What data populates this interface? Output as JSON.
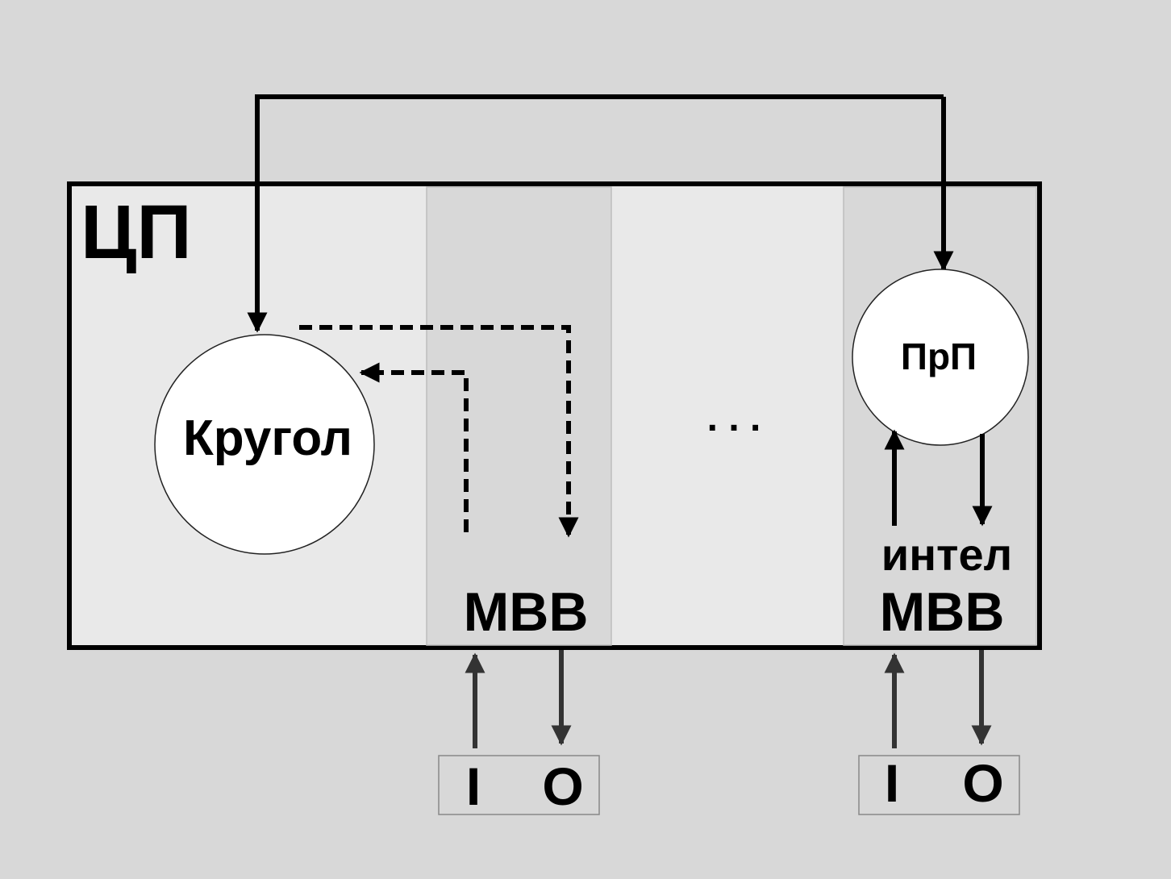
{
  "diagram": {
    "cpu_label": "ЦП",
    "main_process_label": "Кругол",
    "polling_process_label": "ПрП",
    "ellipsis": ". . .",
    "io_module_1_label": "МВВ",
    "io_module_2_prefix": "интел",
    "io_module_2_label": "МВВ",
    "io_1": {
      "input": "I",
      "output": "O"
    },
    "io_2": {
      "input": "I",
      "output": "O"
    }
  },
  "colors": {
    "background": "#d8d8d8",
    "cpu_panel": "#e9e9e9",
    "module_column": "#d8d8d8",
    "border": "#000000",
    "circle_fill": "#ffffff",
    "io_arrow": "#333333"
  }
}
